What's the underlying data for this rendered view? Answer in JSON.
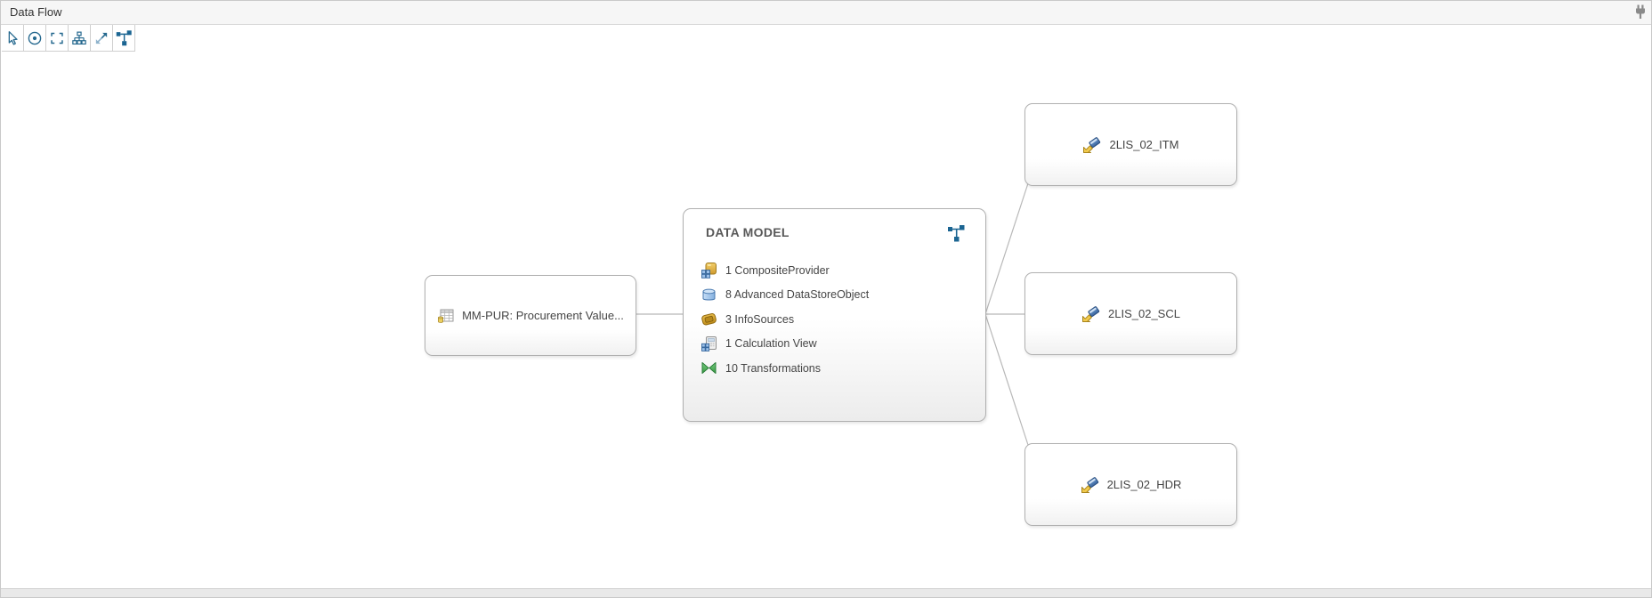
{
  "header": {
    "title": "Data Flow"
  },
  "toolbar": {
    "tools": [
      "pointer",
      "zoom-focus",
      "fit-to-selection",
      "hierarchy-layout",
      "expand",
      "data-flow"
    ]
  },
  "diagram": {
    "source_node": {
      "label": "MM-PUR: Procurement Value...",
      "icon": "infoprovider-table-icon"
    },
    "data_model_node": {
      "title": "DATA MODEL",
      "corner_icon": "data-flow-icon",
      "items": [
        {
          "label": "1 CompositeProvider",
          "icon": "compositeprovider-icon"
        },
        {
          "label": "8 Advanced DataStoreObject",
          "icon": "adso-cylinder-icon"
        },
        {
          "label": "3 InfoSources",
          "icon": "infosource-icon"
        },
        {
          "label": "1 Calculation View",
          "icon": "calculation-view-icon"
        },
        {
          "label": "10 Transformations",
          "icon": "transformation-icon"
        }
      ]
    },
    "datasource_nodes": [
      {
        "label": "2LIS_02_ITM",
        "icon": "datasource-icon"
      },
      {
        "label": "2LIS_02_SCL",
        "icon": "datasource-icon"
      },
      {
        "label": "2LIS_02_HDR",
        "icon": "datasource-icon"
      }
    ]
  },
  "colors": {
    "accent_blue": "#1b6592",
    "node_border": "#b0b0b0",
    "connection_line": "#b8b8b8",
    "text": "#454545",
    "titlebar_bg": "#f6f6f6"
  }
}
